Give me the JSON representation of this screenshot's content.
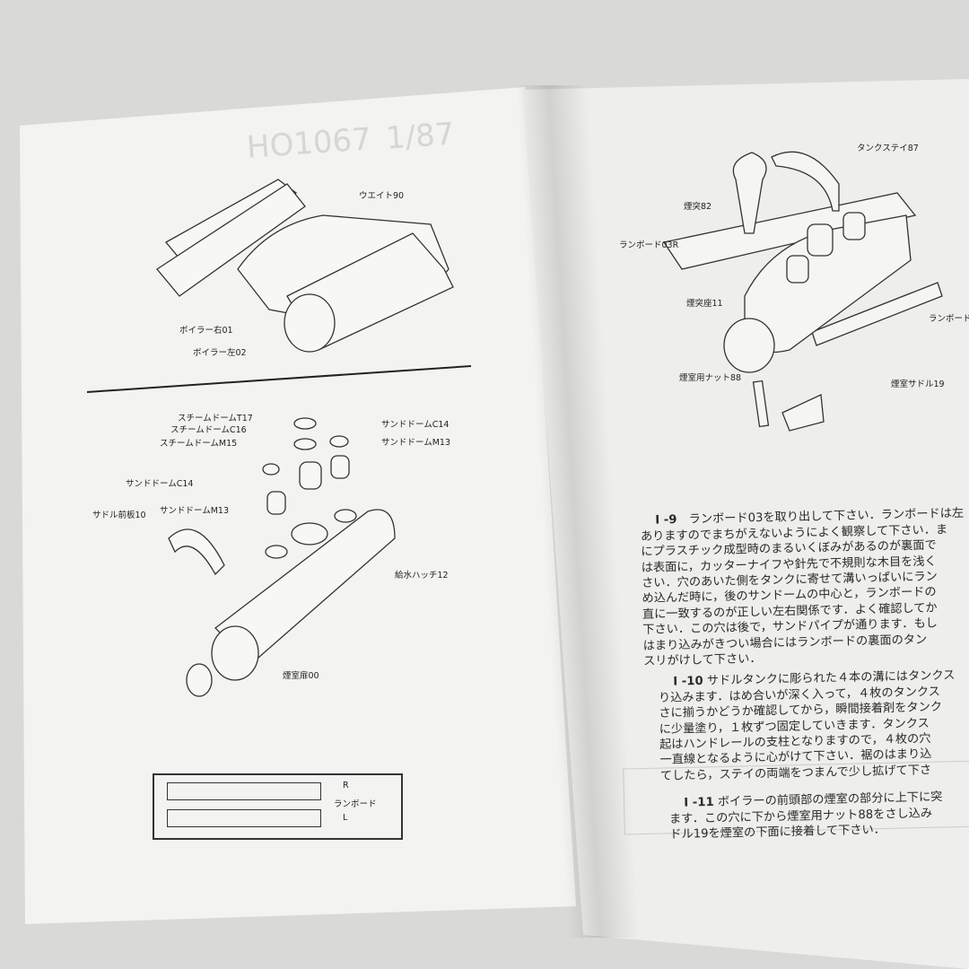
{
  "left_page": {
    "bleed_through": {
      "code": "HO1067",
      "scale": "1/87"
    },
    "top_diagram_labels": [
      "ウエイト90",
      "ボイラー右01",
      "ボイラー左02"
    ],
    "bottom_diagram_labels": [
      "スチームドームT17",
      "スチームドームC16",
      "スチームドームM15",
      "サンドドームC14",
      "サンドドームM13",
      "サンドドームC14",
      "サドル前板10",
      "サンドドームM13",
      "給水ハッチ12",
      "煙室扉00"
    ],
    "running_board_box": {
      "right": "R",
      "name": "ランボード",
      "left": "L"
    }
  },
  "right_page": {
    "diagram_labels": [
      "タンクステイ87",
      "煙突82",
      "ランボード03R",
      "煙突座11",
      "ランボード",
      "煙室用ナット88",
      "煙室サドル19"
    ],
    "sections": [
      {
        "id": "I -9",
        "lines": [
          "ランボード03を取り出して下さい．ランボードは左",
          "ありますのでまちがえないようによく観察して下さい．ま",
          "にプラスチック成型時のまるいくぼみがあるのが裏面で",
          "は表面に，カッターナイフや針先で不規則な木目を浅く",
          "さい．穴のあいた側をタンクに寄せて溝いっぱいにラン",
          "め込んだ時に，後のサンドームの中心と，ランボードの",
          "直に一致するのが正しい左右関係です．よく確認してか",
          "下さい．この穴は後で，サンドパイプが通ります．もし",
          "はまり込みがきつい場合にはランボードの裏面のタン",
          "スリがけして下さい．"
        ]
      },
      {
        "id": "I -10",
        "lines": [
          "サドルタンクに彫られた４本の溝にはタンクス",
          "り込みます．はめ合いが深く入って，４枚のタンクス",
          "さに揃うかどうか確認してから，瞬間接着剤をタンク",
          "に少量塗り，１枚ずつ固定していきます．タンクス",
          "起はハンドレールの支柱となりますので，４枚の穴",
          "一直線となるように心がけて下さい．裾のはまり込",
          "てしたら，ステイの両端をつまんで少し拡げて下さ"
        ]
      },
      {
        "id": "I -11",
        "lines": [
          "ボイラーの前頭部の煙室の部分に上下に突",
          "ます．この穴に下から煙室用ナット88をさし込み",
          "ドル19を煙室の下面に接着して下さい．"
        ]
      }
    ]
  }
}
